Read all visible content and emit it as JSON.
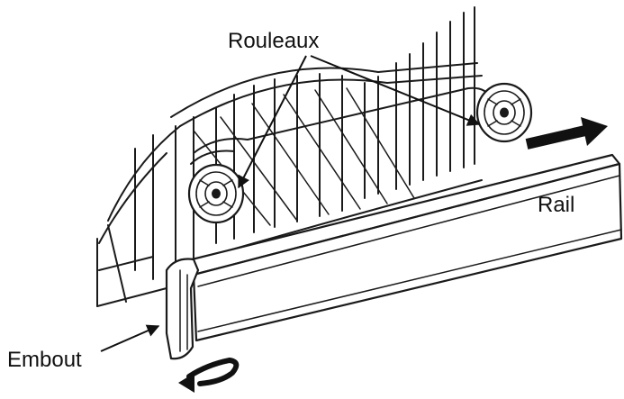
{
  "labels": {
    "rollers": "Rouleaux",
    "rail": "Rail",
    "end_cap": "Embout"
  },
  "colors": {
    "ink": "#111111",
    "background": "#ffffff"
  }
}
